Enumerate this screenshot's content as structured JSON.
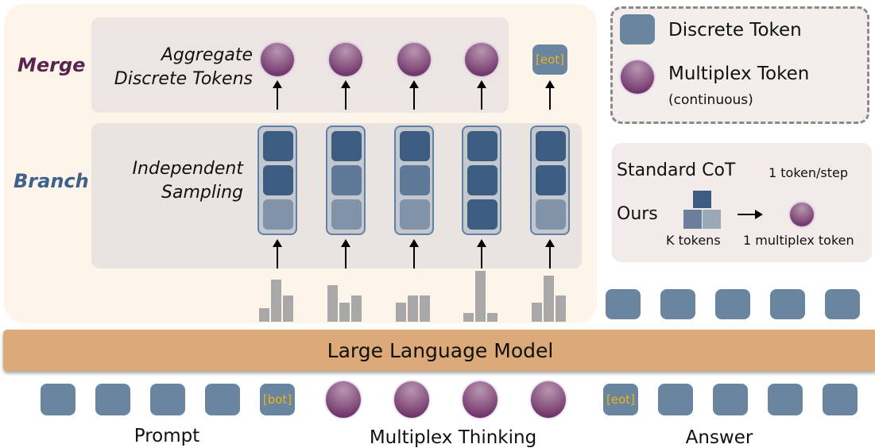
{
  "stages": {
    "merge": {
      "label": "Merge",
      "description_line1": "Aggregate",
      "description_line2": "Discrete Tokens",
      "color": "#5a2450"
    },
    "branch": {
      "label": "Branch",
      "description_line1": "Independent",
      "description_line2": "Sampling",
      "color": "#3e6189"
    }
  },
  "merge_outputs": [
    {
      "type": "multiplex"
    },
    {
      "type": "multiplex"
    },
    {
      "type": "multiplex"
    },
    {
      "type": "multiplex"
    },
    {
      "type": "discrete",
      "text": "[eot]"
    }
  ],
  "branch_columns": [
    {
      "cells": [
        "dark",
        "dark",
        "light"
      ]
    },
    {
      "cells": [
        "dark",
        "mid",
        "light"
      ]
    },
    {
      "cells": [
        "dark",
        "mid",
        "light"
      ]
    },
    {
      "cells": [
        "dark",
        "dark",
        "dark"
      ]
    },
    {
      "cells": [
        "dark",
        "dark",
        "light"
      ]
    }
  ],
  "distributions": [
    {
      "probs": [
        0.25,
        0.8,
        0.5
      ]
    },
    {
      "probs": [
        0.7,
        0.37,
        0.5
      ]
    },
    {
      "probs": [
        0.37,
        0.5,
        0.5
      ]
    },
    {
      "probs": [
        0.17,
        0.97,
        0.17
      ]
    },
    {
      "probs": [
        0.37,
        0.88,
        0.5
      ]
    }
  ],
  "model": {
    "label": "Large Language Model",
    "color": "#dcaa78"
  },
  "input_sequence": {
    "prompt": {
      "label": "Prompt",
      "tokens": [
        "",
        "",
        "",
        "",
        "[bot]"
      ]
    },
    "thinking": {
      "label": "Multiplex Thinking",
      "count": 4
    },
    "answer": {
      "label": "Answer",
      "tokens": [
        "[eot]",
        "",
        "",
        "",
        ""
      ]
    }
  },
  "answer_outputs_count": 5,
  "legend": {
    "discrete": "Discrete Token",
    "multiplex": "Multiplex Token",
    "multiplex_sub": "(continuous)"
  },
  "comparison": {
    "standard_label": "Standard CoT",
    "standard_rate": "1 token/step",
    "ours_label": "Ours",
    "k_tokens": "K tokens",
    "result": "1 multiplex token"
  },
  "colors": {
    "discrete_token": "#6a859f",
    "special_token_text": "#f2b312",
    "multiplex_dark": "#5a1c55",
    "multiplex_light": "#b896b0",
    "histogram": "#a8a8a8",
    "panel_bg": "#fdf4ea"
  }
}
